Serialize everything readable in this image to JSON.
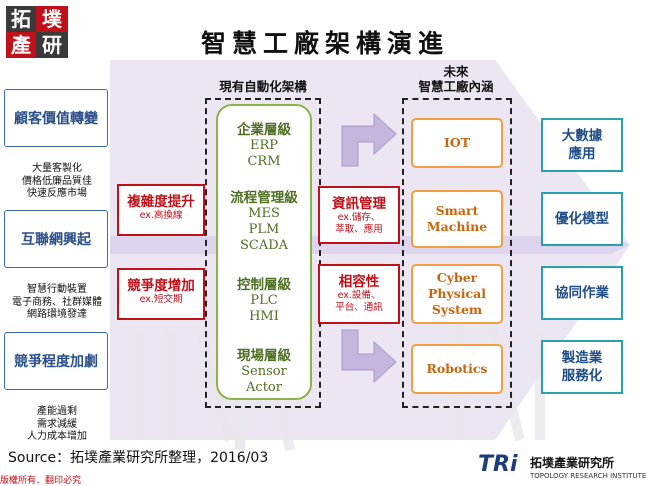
{
  "logo": {
    "chars": [
      "拓",
      "墣",
      "產",
      "研"
    ]
  },
  "title": "智慧工廠架構演進",
  "left_boxes": [
    {
      "label": "顧客價值轉變",
      "notes": [
        "大量客製化",
        "價格低廉品質佳",
        "快速反應市場"
      ]
    },
    {
      "label": "互聯網興起",
      "notes": [
        "智慧行動裝置",
        "電子商務、社群媒體",
        "網路環境發達"
      ]
    },
    {
      "label": "競爭程度加劇",
      "notes": [
        "產能過剩",
        "需求減緩",
        "人力成本增加"
      ]
    }
  ],
  "red_left": [
    {
      "title": "複雜度提升",
      "sub": "ex.高換線"
    },
    {
      "title": "競爭度增加",
      "sub": "ex.短交期"
    }
  ],
  "current_label": "現有自動化架構",
  "levels": [
    {
      "name": "企業層級",
      "items": [
        "ERP",
        "CRM"
      ]
    },
    {
      "name": "流程管理級",
      "items": [
        "MES",
        "PLM",
        "SCADA"
      ]
    },
    {
      "name": "控制層級",
      "items": [
        "PLC",
        "HMI"
      ]
    },
    {
      "name": "現場層級",
      "items": [
        "Sensor",
        "Actor"
      ]
    }
  ],
  "red_mid": [
    {
      "title": "資訊管理",
      "sub": [
        "ex.儲存、",
        "萃取、應用"
      ]
    },
    {
      "title": "相容性",
      "sub": [
        "ex.設備、",
        "平台、通訊"
      ]
    }
  ],
  "future_label": [
    "未來",
    "智慧工廠內涵"
  ],
  "future_items": [
    {
      "lines": [
        "IOT"
      ]
    },
    {
      "lines": [
        "Smart",
        "Machine"
      ]
    },
    {
      "lines": [
        "Cyber",
        "Physical",
        "System"
      ]
    },
    {
      "lines": [
        "Robotics"
      ]
    }
  ],
  "outcomes": [
    {
      "lines": [
        "大數據",
        "應用"
      ]
    },
    {
      "lines": [
        "優化模型"
      ]
    },
    {
      "lines": [
        "協同作業"
      ]
    },
    {
      "lines": [
        "製造業",
        "服務化"
      ]
    }
  ],
  "source": "Source：拓墣產業研究所整理，2016/03",
  "footer_left": "版權所有．翻印必究",
  "footer_brand": {
    "mark": "TRi",
    "cn": "拓墣產業研究所",
    "en": "TOPOLOGY RESEARCH INSTITUTE"
  },
  "colors": {
    "blue": "#3b69a8",
    "red": "#c0101a",
    "green": "#8cb24a",
    "orange": "#f0a040",
    "teal": "#2aa0a8",
    "arrow": "#c4b6dc",
    "bg_arrow": "#e6dff0"
  }
}
